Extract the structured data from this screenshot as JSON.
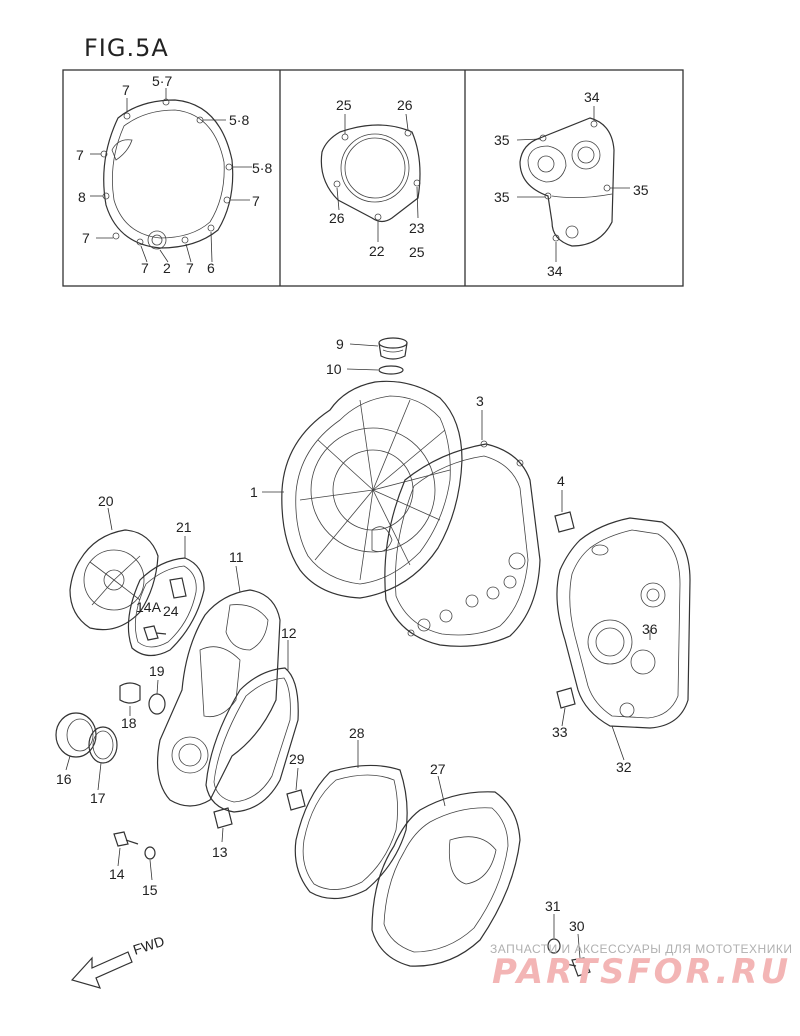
{
  "figure": {
    "title": "FIG.5A"
  },
  "callouts": {
    "inset_left": [
      "7",
      "5·7",
      "5·8",
      "7",
      "5·8",
      "8",
      "7",
      "7",
      "7",
      "2",
      "7",
      "6"
    ],
    "inset_mid": [
      "25",
      "26",
      "26",
      "22",
      "23",
      "25"
    ],
    "inset_right": [
      "34",
      "35",
      "35",
      "35",
      "34"
    ],
    "main": [
      "9",
      "10",
      "3",
      "1",
      "4",
      "20",
      "21",
      "11",
      "14A",
      "24",
      "12",
      "19",
      "18",
      "36",
      "16",
      "17",
      "33",
      "32",
      "28",
      "27",
      "29",
      "13",
      "14",
      "15",
      "31",
      "30"
    ]
  },
  "direction": {
    "label": "FWD"
  },
  "watermark": {
    "tagline": "ЗАПЧАСТИ И АКСЕССУАРЫ ДЛЯ МОТОТЕХНИКИ",
    "brand": "PARTSFOR.RU"
  },
  "colors": {
    "line": "#333333",
    "watermark": "#f3b5b5"
  }
}
